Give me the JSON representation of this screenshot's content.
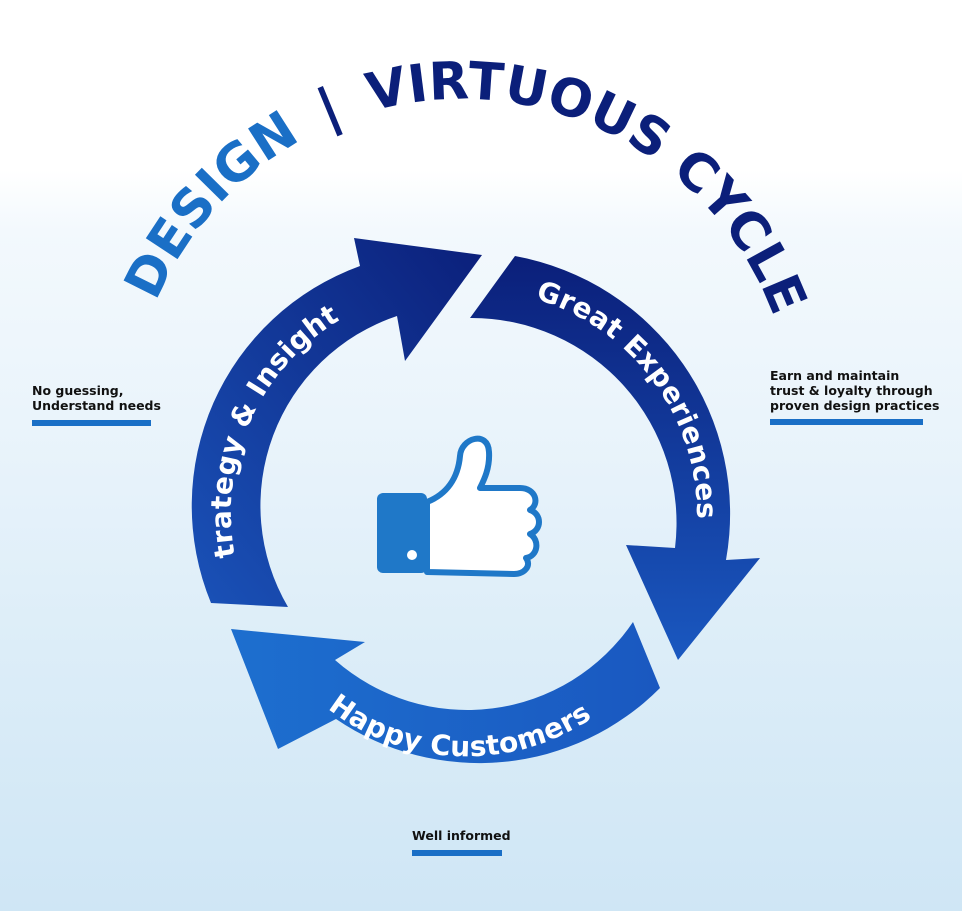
{
  "title": {
    "design": "DESIGN",
    "separator": "|",
    "virtuous_cycle": "VIRTUOUS CYCLE"
  },
  "cycle": {
    "strategy": "Strategy & Insights",
    "experiences": "Great Experiences",
    "customers": "Happy Customers"
  },
  "notes": {
    "left": [
      "No guessing,",
      "Understand needs"
    ],
    "right": [
      "Earn and maintain",
      "trust & loyalty through",
      "proven design practices"
    ],
    "bottom": [
      "Well informed"
    ]
  },
  "center_icon": "thumbs-up-icon",
  "colors": {
    "navy": "#0b1f7a",
    "royal": "#1140a6",
    "blue": "#1a63c4",
    "light_blue": "#1f78c8",
    "underline": "#1a6fc6",
    "background_bottom": "#cfe6f5"
  }
}
